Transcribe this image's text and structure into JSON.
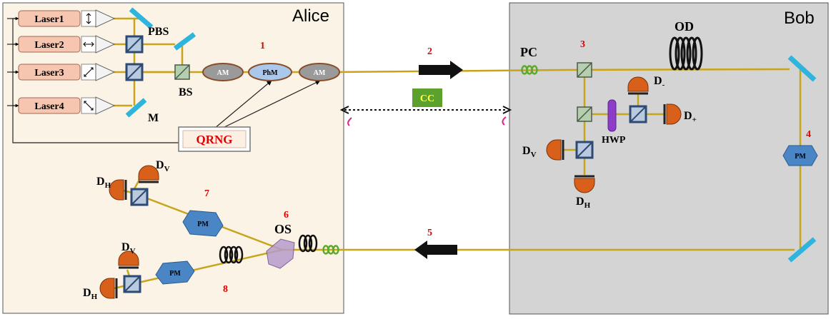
{
  "panels": {
    "alice": "Alice",
    "bob": "Bob"
  },
  "lasers": [
    "Laser1",
    "Laser2",
    "Laser3",
    "Laser4"
  ],
  "labels": {
    "pbs": "PBS",
    "bs": "BS",
    "m": "M",
    "qrng": "QRNG",
    "am": "AM",
    "phm": "PhM",
    "cc": "CC",
    "pc": "PC",
    "od": "OD",
    "hwp": "HWP",
    "pm": "PM",
    "os": "OS",
    "d_minus": "D",
    "d_minus_sub": "-",
    "d_plus": "D",
    "d_plus_sub": "+",
    "d_v": "D",
    "d_v_sub": "V",
    "d_h": "D",
    "d_h_sub": "H"
  },
  "numbers": [
    "1",
    "2",
    "3",
    "4",
    "5",
    "6",
    "7",
    "8"
  ],
  "colors": {
    "fiber": "#c8a41a",
    "laser_fill": "#f7c6b0",
    "detector": "#d9601a",
    "pm": "#4a86c6",
    "cc": "#5ca12c",
    "mirror": "#2fb4dd",
    "bob_bg": "#d4d4d4",
    "alice_bg": "#fbf4e6",
    "numbers": "#e00000"
  }
}
